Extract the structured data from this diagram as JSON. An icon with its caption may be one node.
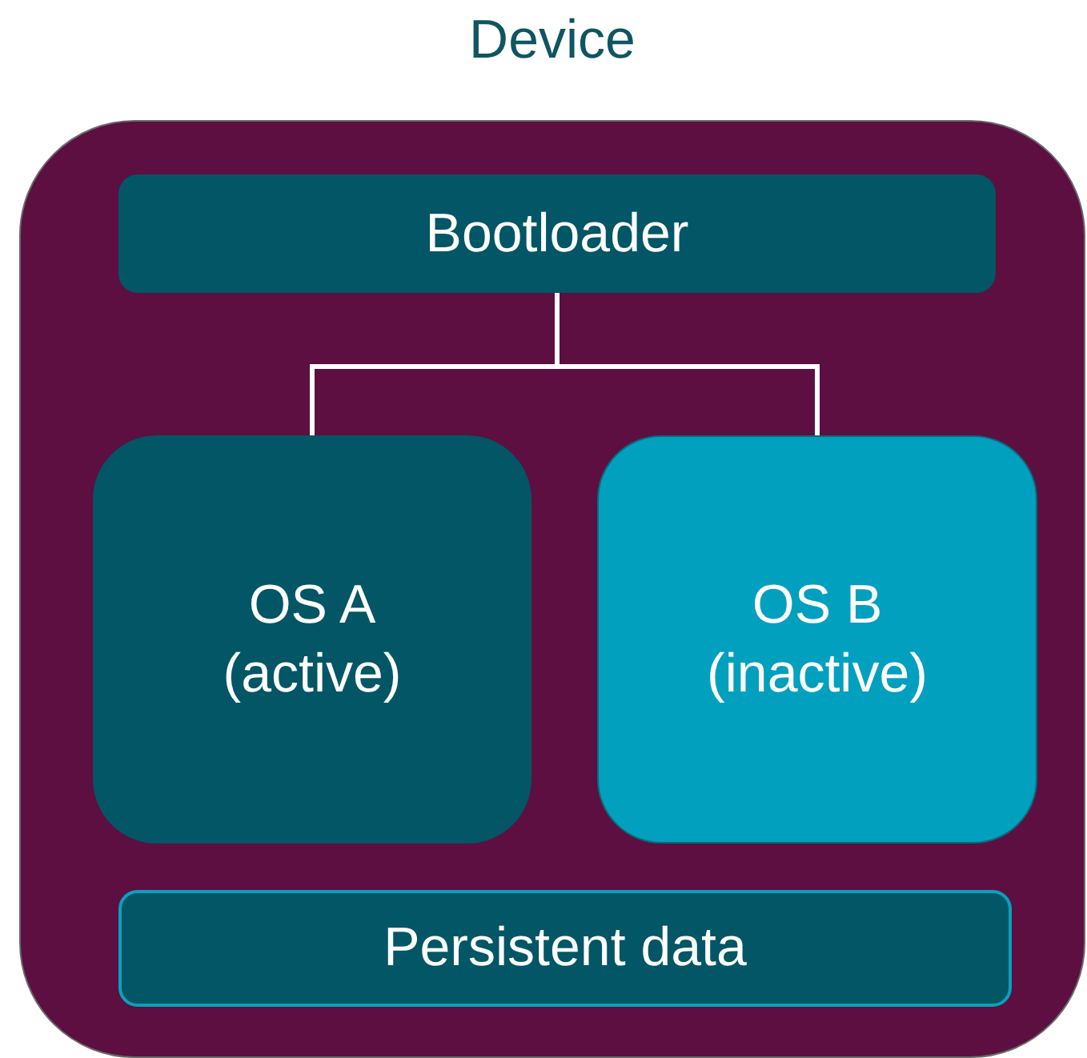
{
  "diagram": {
    "nodes": [
      {
        "text": [
          "Device"
        ]
      },
      {
        "text": [
          "Bootloader"
        ],
        "in": 0
      },
      {
        "text": [
          "OS A (active)"
        ],
        "in": 0
      },
      {
        "text": [
          "OS B (inactive)"
        ],
        "in": 0
      },
      {
        "text": [
          "Persistent data"
        ],
        "in": 0
      }
    ],
    "edges": [
      {
        "from": 1,
        "to": 2,
        "arrow": "none"
      },
      {
        "from": 1,
        "to": 3,
        "arrow": "none"
      }
    ]
  }
}
